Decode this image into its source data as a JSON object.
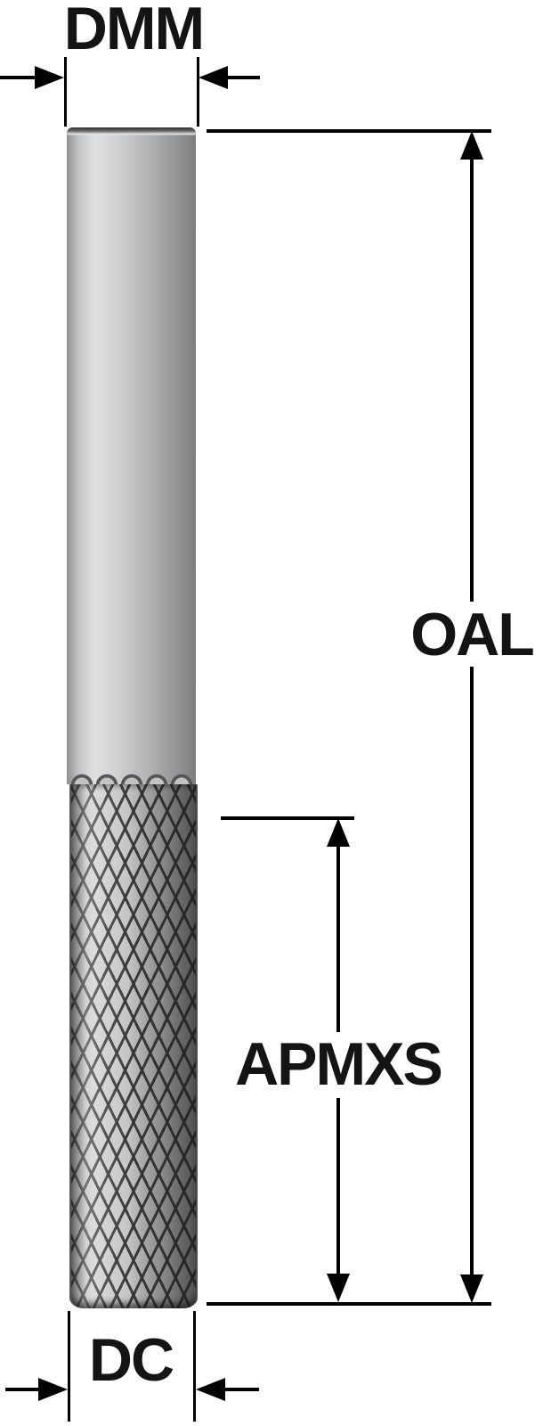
{
  "diagram": {
    "labels": {
      "dmm": "DMM",
      "oal": "OAL",
      "apmxs": "APMXS",
      "dc": "DC"
    },
    "colors": {
      "background": "#ffffff",
      "line": "#000000",
      "text": "#141414",
      "metal_highlight": "#dfe0e2",
      "metal_mid": "#b4b5b7",
      "metal_shadow": "#7c7d7f",
      "flute_groove": "#4e4e4e"
    },
    "icons": {
      "arrowhead": "solid black triangle (css border shape)"
    }
  }
}
